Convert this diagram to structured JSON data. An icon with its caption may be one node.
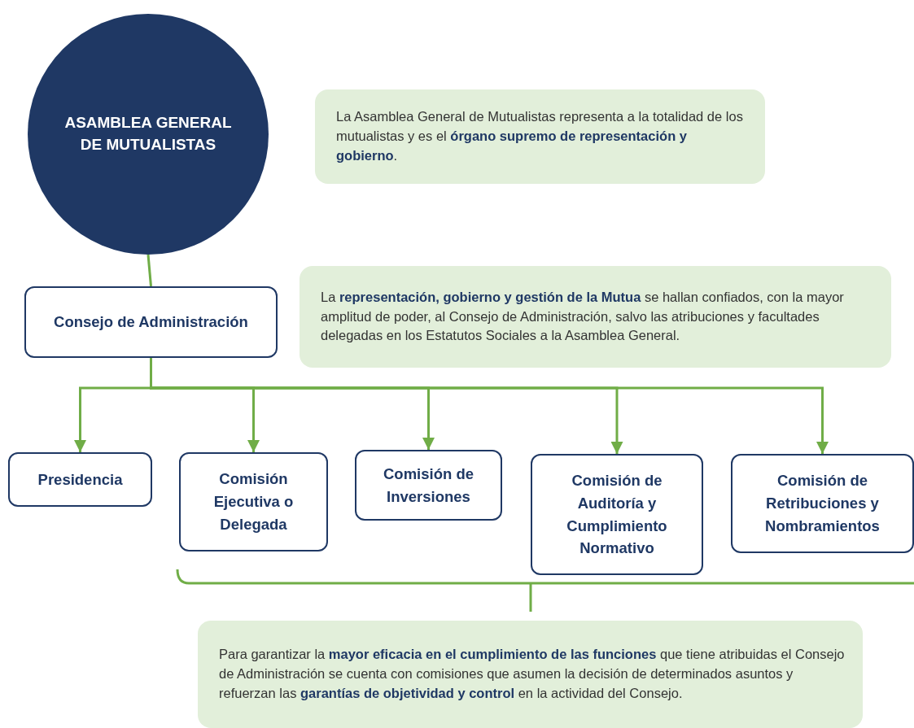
{
  "diagram": {
    "nodes": [
      {
        "text": [
          "ASAMBLEA GENERAL DE MUTUALISTAS"
        ]
      },
      {
        "text": [
          "La Asamblea General de Mutualistas representa a la totalidad de los mutualistas y es el **órgano supremo de representación y gobierno**."
        ]
      },
      {
        "text": [
          "Consejo de Administración"
        ]
      },
      {
        "text": [
          "La **representación, gobierno y gestión de la Mutua** se hallan confiados, con la mayor amplitud de poder, al Consejo de Administración, salvo las atribuciones y facultades delegadas en los Estatutos Sociales a la Asamblea General."
        ]
      },
      {
        "text": [
          "Presidencia"
        ]
      },
      {
        "text": [
          "Comisión Ejecutiva o Delegada"
        ]
      },
      {
        "text": [
          "Comisión de Inversiones"
        ]
      },
      {
        "text": [
          "Comisión de Auditoría y Cumplimiento Normativo"
        ]
      },
      {
        "text": [
          "Comisión de Retribuciones y Nombramientos"
        ]
      },
      {
        "text": [
          "Para garantizar la **mayor eficacia en el cumplimiento de las funciones** que tiene atribuidas el Consejo de Administración se cuenta con comisiones que asumen la decisión de determinados asuntos y refuerzan las **garantías de objetividad y control** en la actividad del Consejo."
        ]
      }
    ],
    "edges": [
      {
        "from": 0,
        "to": 2,
        "arrow": "none"
      },
      {
        "from": 2,
        "to": 4,
        "arrow": "to"
      },
      {
        "from": 2,
        "to": 5,
        "arrow": "to"
      },
      {
        "from": 2,
        "to": 6,
        "arrow": "to"
      },
      {
        "from": 2,
        "to": 7,
        "arrow": "to"
      },
      {
        "from": 2,
        "to": 8,
        "arrow": "to"
      }
    ]
  }
}
